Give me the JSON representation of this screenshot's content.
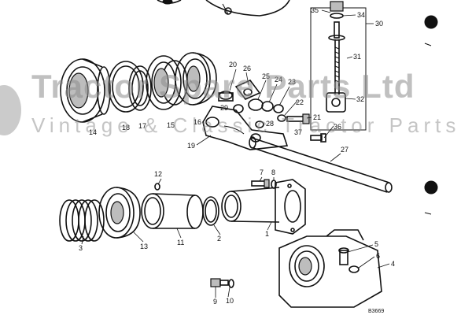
{
  "watermark": {
    "title": "Tractor Spare Parts Ltd",
    "subtitle": "Vintage & Classic Tractor Parts"
  },
  "drawing_code": "B3669",
  "part_numbers": [
    "1",
    "2",
    "3",
    "4",
    "5",
    "6",
    "7",
    "8",
    "9",
    "10",
    "11",
    "12",
    "13",
    "14",
    "15",
    "16",
    "17",
    "18",
    "19",
    "20",
    "21",
    "22",
    "23",
    "24",
    "25",
    "26",
    "27",
    "28",
    "29",
    "30",
    "31",
    "32",
    "34",
    "35",
    "36",
    "37"
  ]
}
